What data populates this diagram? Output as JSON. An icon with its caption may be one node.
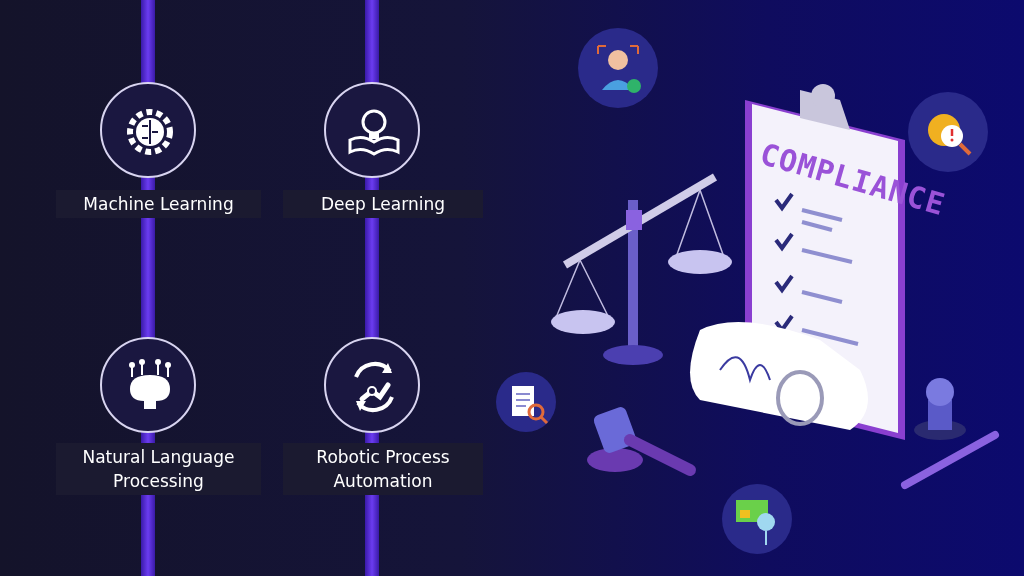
{
  "diagram": {
    "nodes": [
      {
        "text": [],
        "shape": "bar"
      },
      {
        "text": [],
        "shape": "bar"
      }
    ],
    "labels": [
      "Machine Learning",
      "Deep Learning",
      "Natural Language Processing",
      "Robotic Process Automation",
      "COMPLIANCE"
    ]
  }
}
